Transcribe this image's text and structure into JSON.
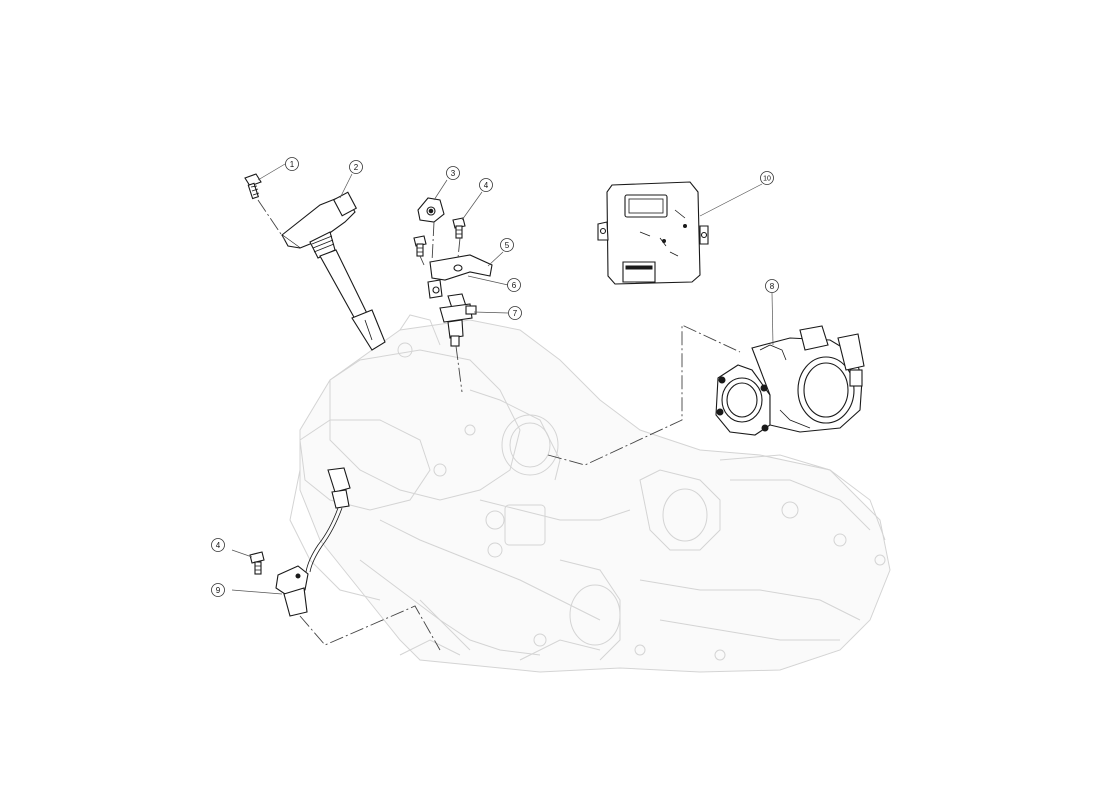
{
  "diagram": {
    "callouts": [
      {
        "id": "c1",
        "label": "1"
      },
      {
        "id": "c2",
        "label": "2"
      },
      {
        "id": "c3",
        "label": "3"
      },
      {
        "id": "c4a",
        "label": "4"
      },
      {
        "id": "c5",
        "label": "5"
      },
      {
        "id": "c6",
        "label": "6"
      },
      {
        "id": "c7",
        "label": "7"
      },
      {
        "id": "c8",
        "label": "8"
      },
      {
        "id": "c9",
        "label": "9"
      },
      {
        "id": "c4b",
        "label": "4"
      },
      {
        "id": "c10",
        "label": "10"
      }
    ]
  }
}
